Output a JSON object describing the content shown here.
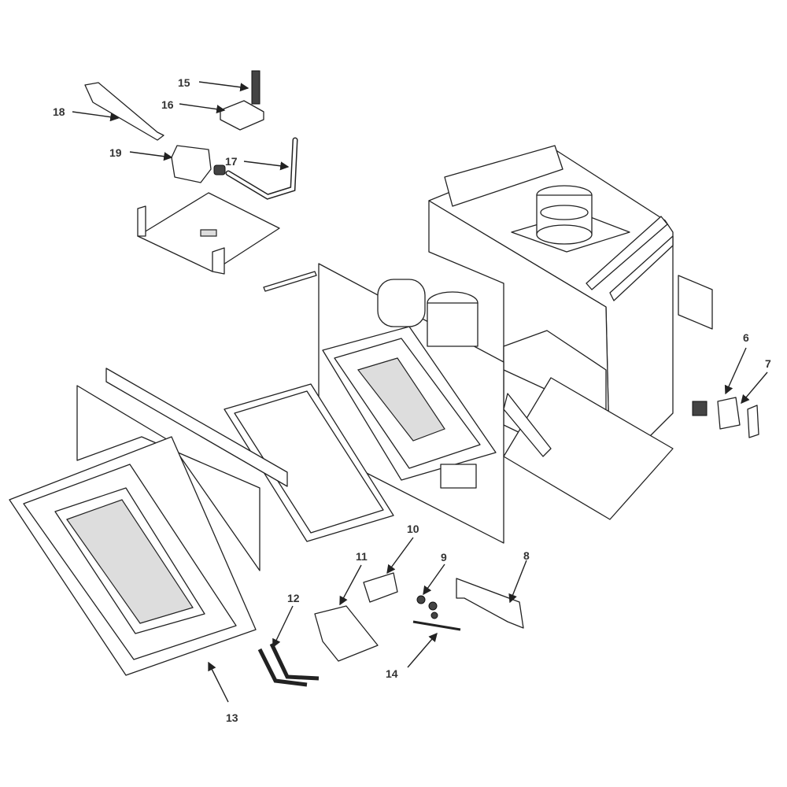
{
  "diagram": {
    "type": "exploded-parts-view",
    "callouts": [
      {
        "id": "c6",
        "number": "6"
      },
      {
        "id": "c7",
        "number": "7"
      },
      {
        "id": "c8",
        "number": "8"
      },
      {
        "id": "c9",
        "number": "9"
      },
      {
        "id": "c10",
        "number": "10"
      },
      {
        "id": "c11",
        "number": "11"
      },
      {
        "id": "c12",
        "number": "12"
      },
      {
        "id": "c13",
        "number": "13"
      },
      {
        "id": "c14",
        "number": "14"
      },
      {
        "id": "c15",
        "number": "15"
      },
      {
        "id": "c16",
        "number": "16"
      },
      {
        "id": "c17",
        "number": "17"
      },
      {
        "id": "c18",
        "number": "18"
      },
      {
        "id": "c19",
        "number": "19"
      }
    ]
  }
}
